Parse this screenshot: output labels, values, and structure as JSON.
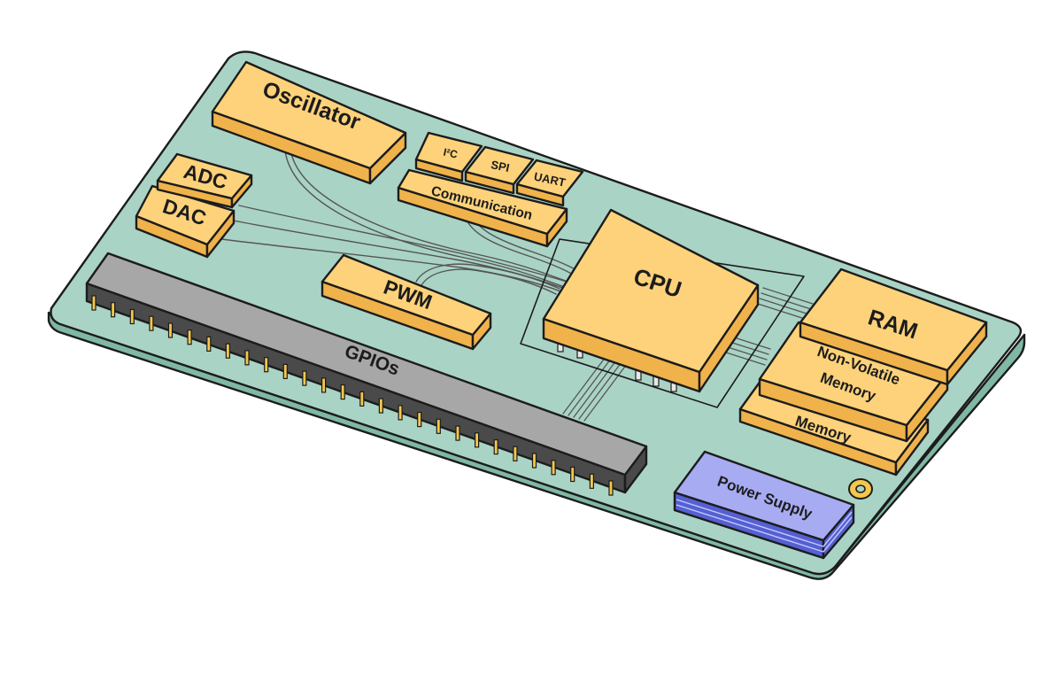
{
  "components": {
    "oscillator": "Oscillator",
    "i2c": "I²C",
    "spi": "SPI",
    "uart": "UART",
    "communication": "Communication",
    "adc": "ADC",
    "dac": "DAC",
    "pwm": "PWM",
    "cpu": "CPU",
    "ram": "RAM",
    "nvm_line1": "Non-Volatile",
    "nvm_line2": "Memory",
    "memory": "Memory",
    "gpios": "GPIOs",
    "power_supply": "Power Supply"
  },
  "colors": {
    "board_top": "#a9d3c5",
    "board_edge": "#7fb8a5",
    "chip_top": "#fdd27a",
    "chip_side": "#f0b24b",
    "header_top": "#a7a7a7",
    "header_side": "#4a4a4a",
    "power_top": "#a7abf2",
    "power_side": "#5560d2",
    "pin_gold": "#f4c74c",
    "wire": "#f5f5f5",
    "outline": "#1c1c1c"
  }
}
